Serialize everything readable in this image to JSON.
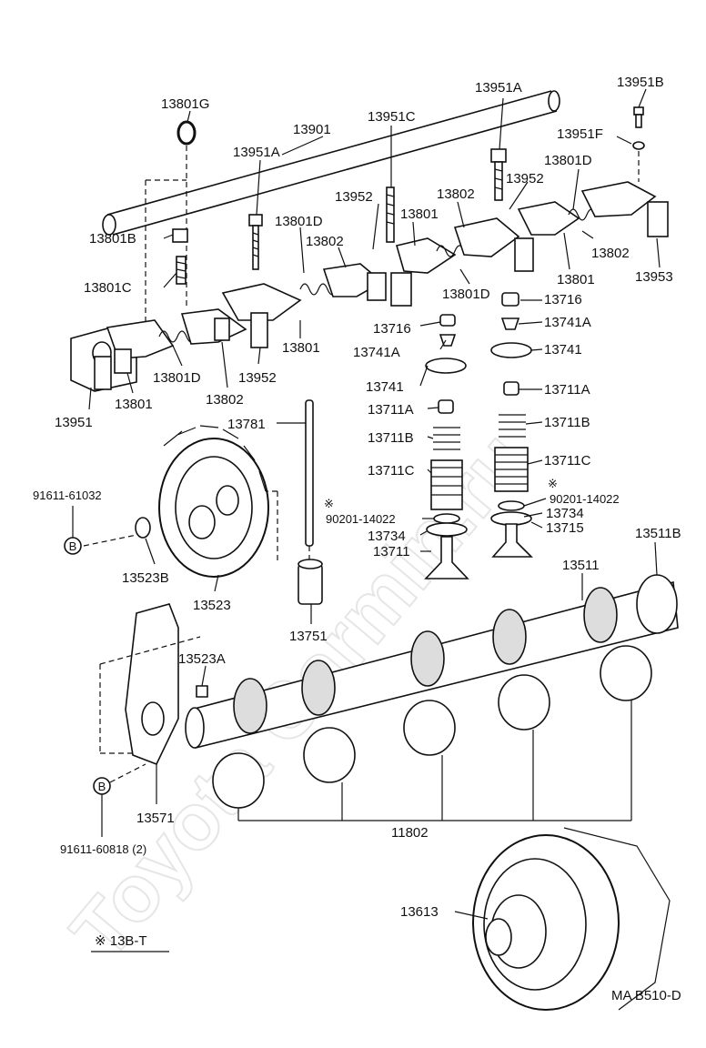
{
  "watermark": "Toyota Carmin.ru",
  "footnote": "※ 13B-T",
  "diagram_code": "MA B510-D",
  "bolt_note": "※",
  "labels": {
    "l13951B": "13951B",
    "l13951A_top": "13951A",
    "l13801G": "13801G",
    "l13901": "13901",
    "l13951C": "13951C",
    "l13951F": "13951F",
    "l13951A_left": "13951A",
    "l13801D_right": "13801D",
    "l13952_right": "13952",
    "l13802_mid": "13802",
    "l13952_mid": "13952",
    "l13801_mid": "13801",
    "l13801D_mid": "13801D",
    "l13801B": "13801B",
    "l13802_left": "13802",
    "l13802_right": "13802",
    "l13953": "13953",
    "l13801C": "13801C",
    "l13801_right": "13801",
    "l13801D_lower": "13801D",
    "l13716_right": "13716",
    "l13716_left": "13716",
    "l13741A_right": "13741A",
    "l13741A_left": "13741A",
    "l13741_right": "13741",
    "l13801_low": "13801",
    "l13741_left": "13741",
    "l13801D_left": "13801D",
    "l13952_low": "13952",
    "l13951": "13951",
    "l13801_left": "13801",
    "l13802_low": "13802",
    "l13711A_right": "13711A",
    "l13711A_left": "13711A",
    "l13781": "13781",
    "l13711B_right": "13711B",
    "l13711B_left": "13711B",
    "l13711C_right": "13711C",
    "l13711C_left": "13711C",
    "l91611_61032": "91611-61032",
    "l90201_right": "90201-14022",
    "l90201_left": "90201-14022",
    "l13734_right": "13734",
    "l13734_left": "13734",
    "l13715": "13715",
    "l13711": "13711",
    "l13511B": "13511B",
    "l13523B": "13523B",
    "l13511": "13511",
    "l13523": "13523",
    "l13751": "13751",
    "l13523A": "13523A",
    "l13571": "13571",
    "l11802": "11802",
    "l91611_60818": "91611-60818 (2)",
    "l13613": "13613",
    "circle_b_top": "B",
    "circle_b_bottom": "B"
  }
}
